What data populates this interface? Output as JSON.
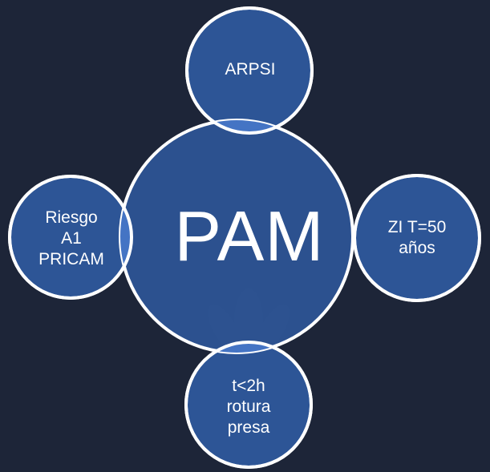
{
  "diagram": {
    "center": {
      "label": "PAM"
    },
    "satellites": [
      {
        "id": "top",
        "label": "ARPSI"
      },
      {
        "id": "left",
        "label": "Riesgo\nA1\nPRICAM"
      },
      {
        "id": "right",
        "label": "ZI T=50\naños"
      },
      {
        "id": "bottom",
        "label": "t<2h\nrotura\npresa"
      }
    ]
  },
  "colors": {
    "background": "#1d2538",
    "circle_fill": "#2d5596",
    "circle_stroke": "#ffffff",
    "overlap_fill": "#4474c4"
  }
}
